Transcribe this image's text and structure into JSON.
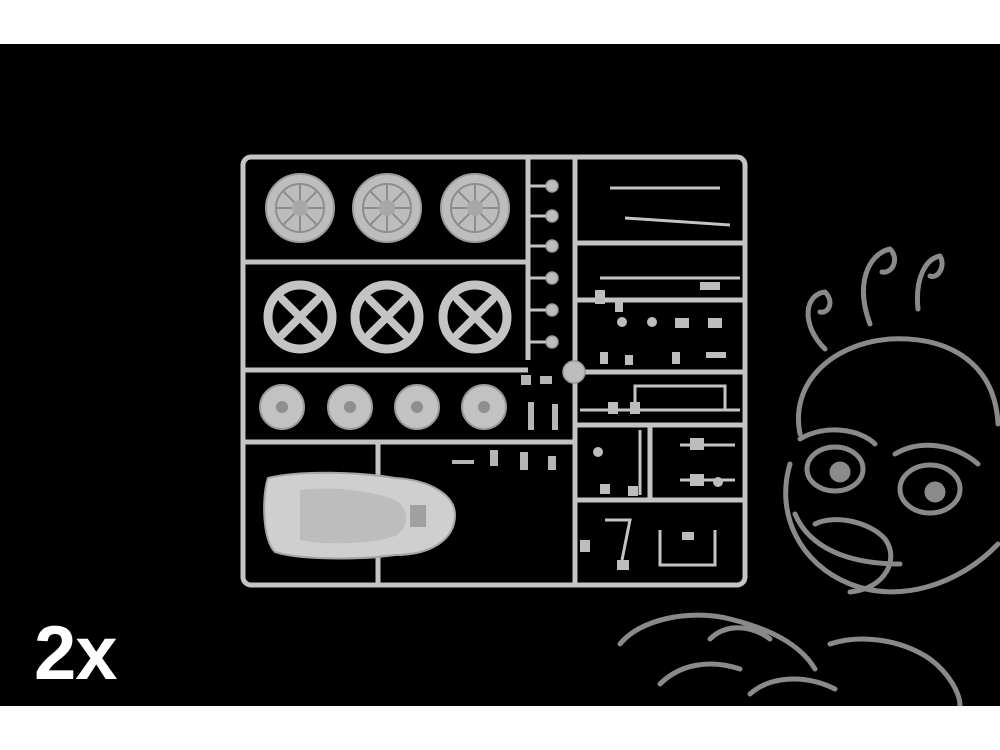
{
  "image": {
    "multiplier_label": "2x",
    "background_color": "#000000",
    "sprue_color": "#c9c9c9",
    "watermark_color": "#8a8a8a"
  },
  "icons": {
    "sprue_frame": "model-kit-sprue",
    "wheel": "rally-wheel",
    "seat": "bucket-seat",
    "watermark": "mascot-logo-watermark"
  }
}
